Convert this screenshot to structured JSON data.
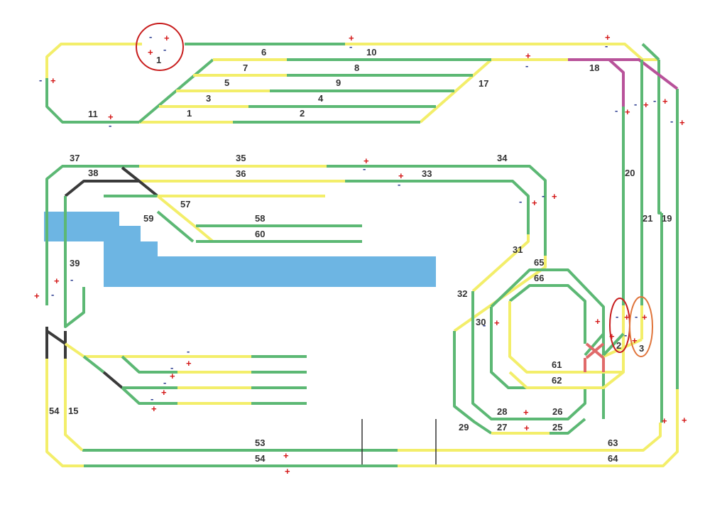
{
  "colors": {
    "yellow": "#f3ee6a",
    "green": "#5cb874",
    "magenta": "#b8529a",
    "dark": "#3a3a3a",
    "water": "#6db5e3",
    "circle_red": "#c81d1d",
    "circle_orange": "#e0743a",
    "cross": "#e06a6a",
    "plus": "#d41818",
    "minus": "#2a3b8f"
  },
  "symbols": {
    "plus": "+",
    "minus": "-"
  },
  "track_labels": {
    "t1": "1",
    "t2": "2",
    "t3": "3",
    "t4": "4",
    "t5": "5",
    "t6": "6",
    "t7": "7",
    "t8": "8",
    "t9": "9",
    "t10": "10",
    "t11": "11",
    "t15": "15",
    "t17": "17",
    "t18": "18",
    "t19": "19",
    "t20": "20",
    "t21": "21",
    "t25": "25",
    "t26": "26",
    "t27": "27",
    "t28": "28",
    "t29": "29",
    "t30": "30",
    "t31": "31",
    "t32": "32",
    "t33": "33",
    "t34": "34",
    "t35": "35",
    "t36": "36",
    "t37": "37",
    "t38": "38",
    "t39": "39",
    "t53": "53",
    "t54a": "54",
    "t54b": "54",
    "t57": "57",
    "t58": "58",
    "t59": "59",
    "t60": "60",
    "t61": "61",
    "t62": "62",
    "t63": "63",
    "t64": "64",
    "t65": "65",
    "t66": "66"
  },
  "markers": {
    "m1": "1",
    "m2": "2",
    "m3": "3"
  }
}
